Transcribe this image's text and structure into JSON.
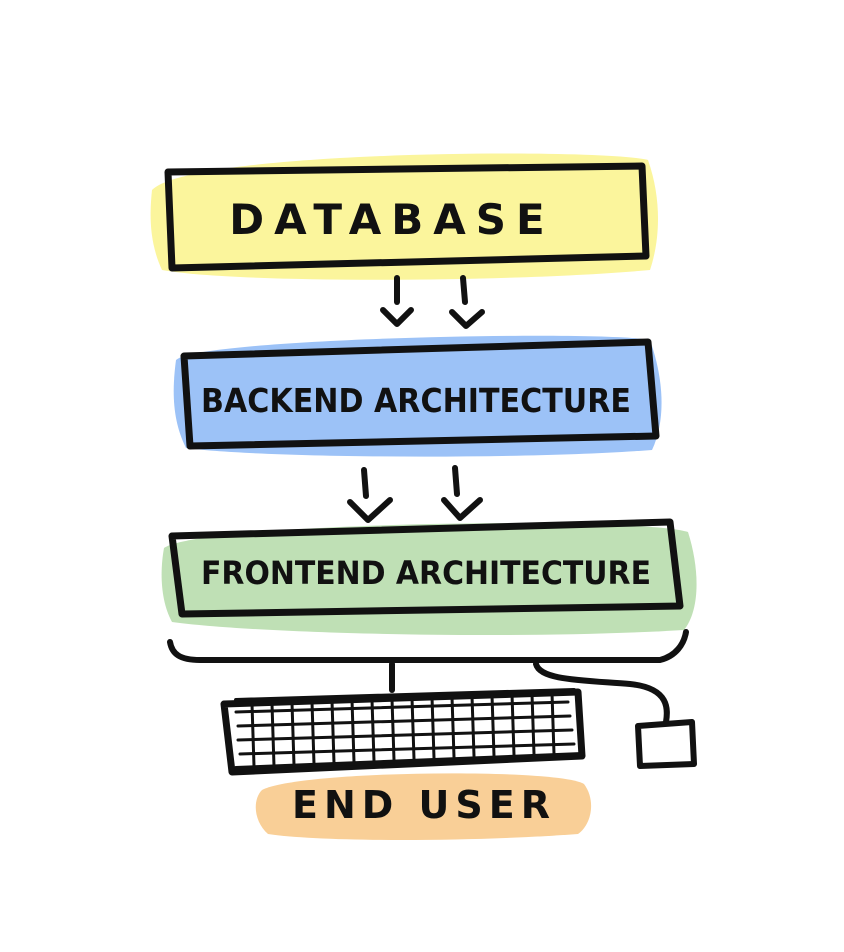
{
  "layers": {
    "database": "DATABASE",
    "backend": "BACKEND ARCHITECTURE",
    "frontend": "FRONTEND ARCHITECTURE",
    "end_user": "END USER"
  },
  "colors": {
    "database": "#fbf59c",
    "backend": "#9cc2f7",
    "frontend": "#bfe0b5",
    "end_user": "#f9cf97",
    "ink": "#111111"
  },
  "icons": [
    "arrow-down-icon",
    "monitor-icon",
    "keyboard-icon",
    "mouse-icon"
  ]
}
